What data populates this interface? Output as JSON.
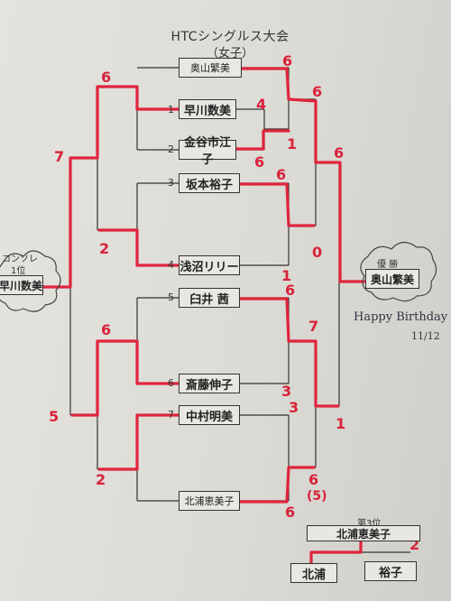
{
  "header": {
    "title": "HTCシングルス大会",
    "subtitle": "（女子）"
  },
  "players": [
    {
      "seed": "",
      "name": "奥山繁美"
    },
    {
      "seed": "1",
      "name": "早川数美"
    },
    {
      "seed": "2",
      "name": "金谷市江子"
    },
    {
      "seed": "3",
      "name": "坂本裕子"
    },
    {
      "seed": "4",
      "name": "浅沼リリー"
    },
    {
      "seed": "5",
      "name": "臼井 茜"
    },
    {
      "seed": "6",
      "name": "斎藤伸子"
    },
    {
      "seed": "7",
      "name": "中村明美"
    },
    {
      "seed": "",
      "name": "北浦恵美子"
    }
  ],
  "scores": [
    "6",
    "6",
    "6",
    "4",
    "1",
    "6",
    "6",
    "7",
    "2",
    "0",
    "1",
    "6",
    "7",
    "6",
    "3",
    "3",
    "1",
    "5",
    "2",
    "6",
    "(5)",
    "6",
    "6",
    "2"
  ],
  "consolation": {
    "label": "コンソレ",
    "place": "1位",
    "name": "早川数美"
  },
  "champion": {
    "label": "優 勝",
    "name": "奥山繁美"
  },
  "birthday": {
    "text": "Happy Birthday",
    "date": "11/12"
  },
  "third_place": {
    "label": "第3位",
    "winner": "北浦恵美子",
    "left": "北浦",
    "right": "裕子"
  }
}
